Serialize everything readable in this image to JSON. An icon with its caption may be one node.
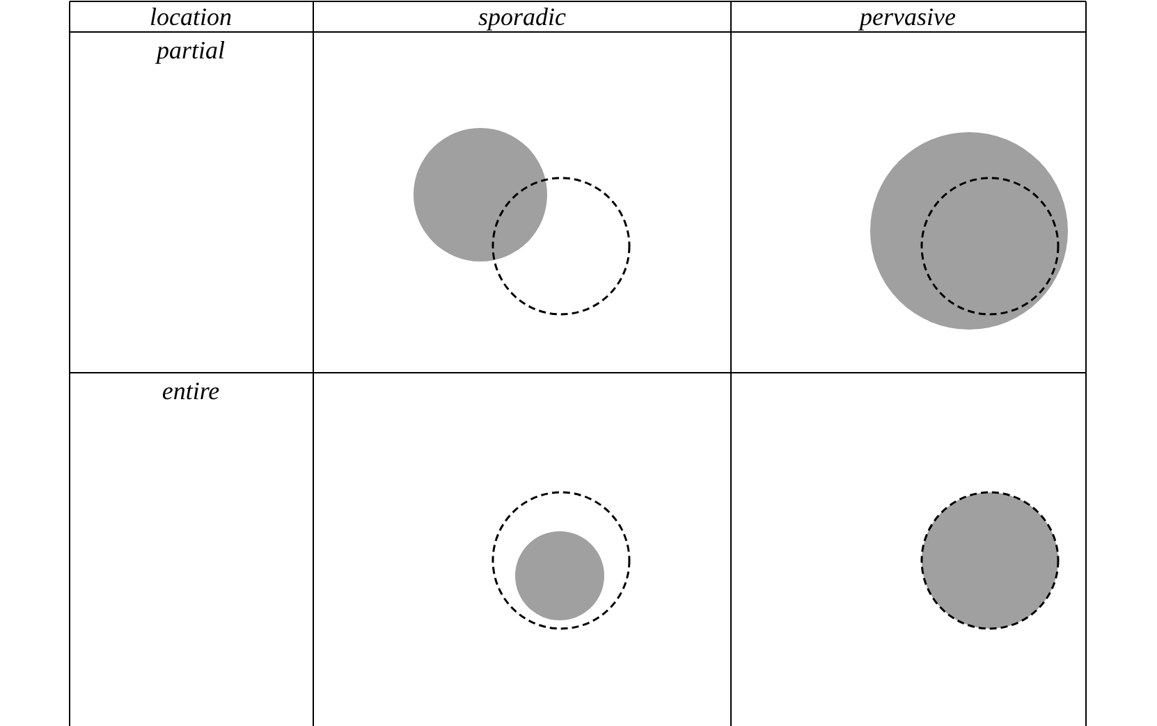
{
  "diagram": {
    "labels": [
      "location",
      "sporadic",
      "pervasive",
      "partial",
      "entire"
    ]
  }
}
